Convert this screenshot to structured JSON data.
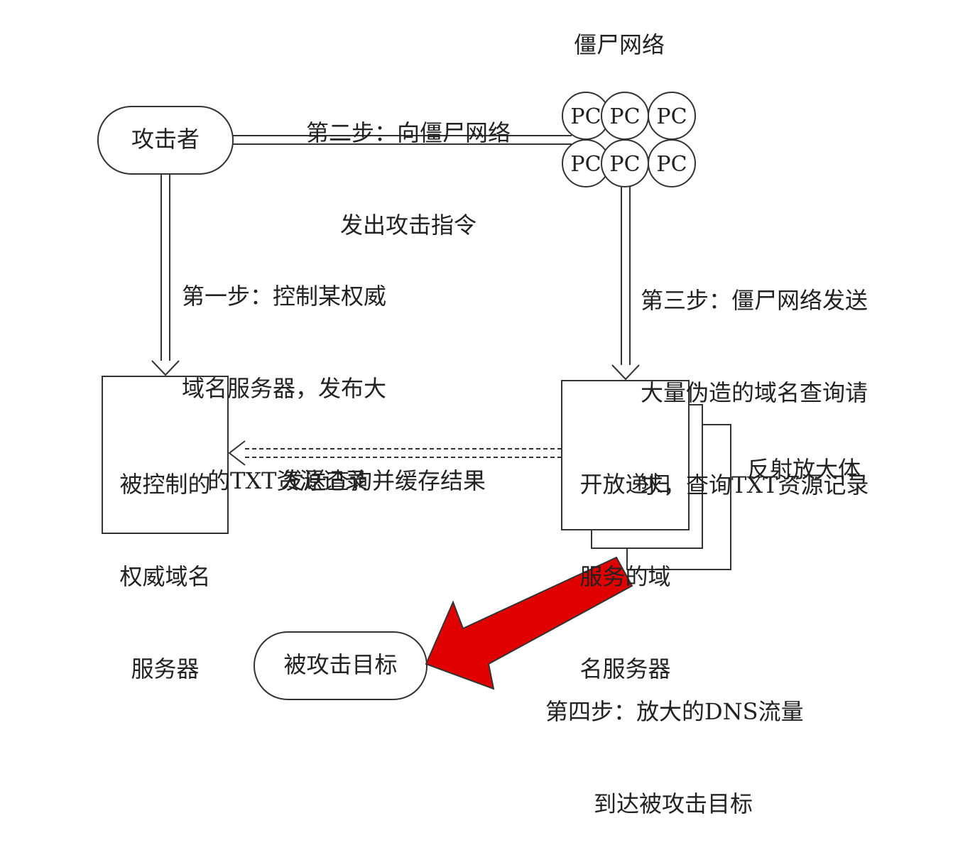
{
  "nodes": {
    "attacker": "攻击者",
    "botnet_title": "僵尸网络",
    "pc_label": "PC",
    "auth_server": [
      "被控制的",
      "权威域名",
      "服务器"
    ],
    "open_resolver": [
      "开放递归",
      "服务的域",
      "名服务器"
    ],
    "reflector_label": "反射放大体",
    "target": "被攻击目标"
  },
  "steps": {
    "step1": [
      "第一步：控制某权威",
      "域名服务器，发布大",
      "的TXT资源记录"
    ],
    "step2": [
      "第二步：向僵尸网络",
      "发出攻击指令"
    ],
    "step3": [
      "第三步：僵尸网络发送",
      "大量伪造的域名查询请",
      "求，查询TXT资源记录"
    ],
    "step4": [
      "第四步：放大的DNS流量",
      "到达被攻击目标"
    ],
    "query_cache": "发送查询并缓存结果"
  },
  "colors": {
    "line": "#333333",
    "big_arrow_fill": "#e00000"
  }
}
